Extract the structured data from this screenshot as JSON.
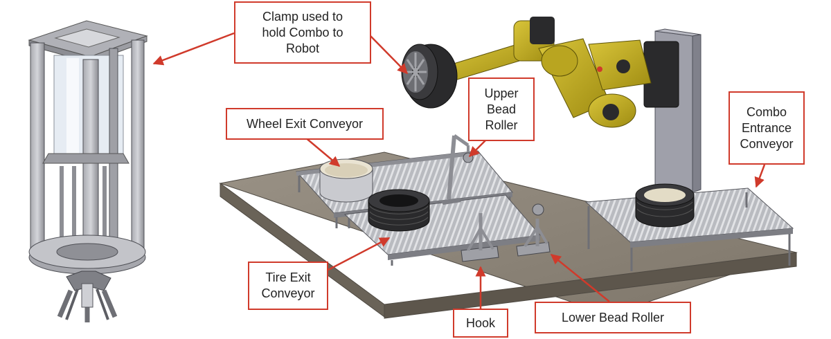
{
  "colors": {
    "callout_border": "#d03a2b",
    "arrow": "#d03a2b",
    "robot": "#c8b41e",
    "platform": "#8e8578"
  },
  "callouts": {
    "clamp": {
      "lines": [
        "Clamp used to",
        "hold Combo to",
        "Robot"
      ]
    },
    "wheel_exit": {
      "lines": [
        "Wheel Exit Conveyor"
      ]
    },
    "upper_bead": {
      "lines": [
        "Upper",
        "Bead",
        "Roller"
      ]
    },
    "combo_entrance": {
      "lines": [
        "Combo",
        "Entrance",
        "Conveyor"
      ]
    },
    "tire_exit": {
      "lines": [
        "Tire Exit",
        "Conveyor"
      ]
    },
    "hook": {
      "lines": [
        "Hook"
      ]
    },
    "lower_bead": {
      "lines": [
        "Lower Bead Roller"
      ]
    }
  }
}
